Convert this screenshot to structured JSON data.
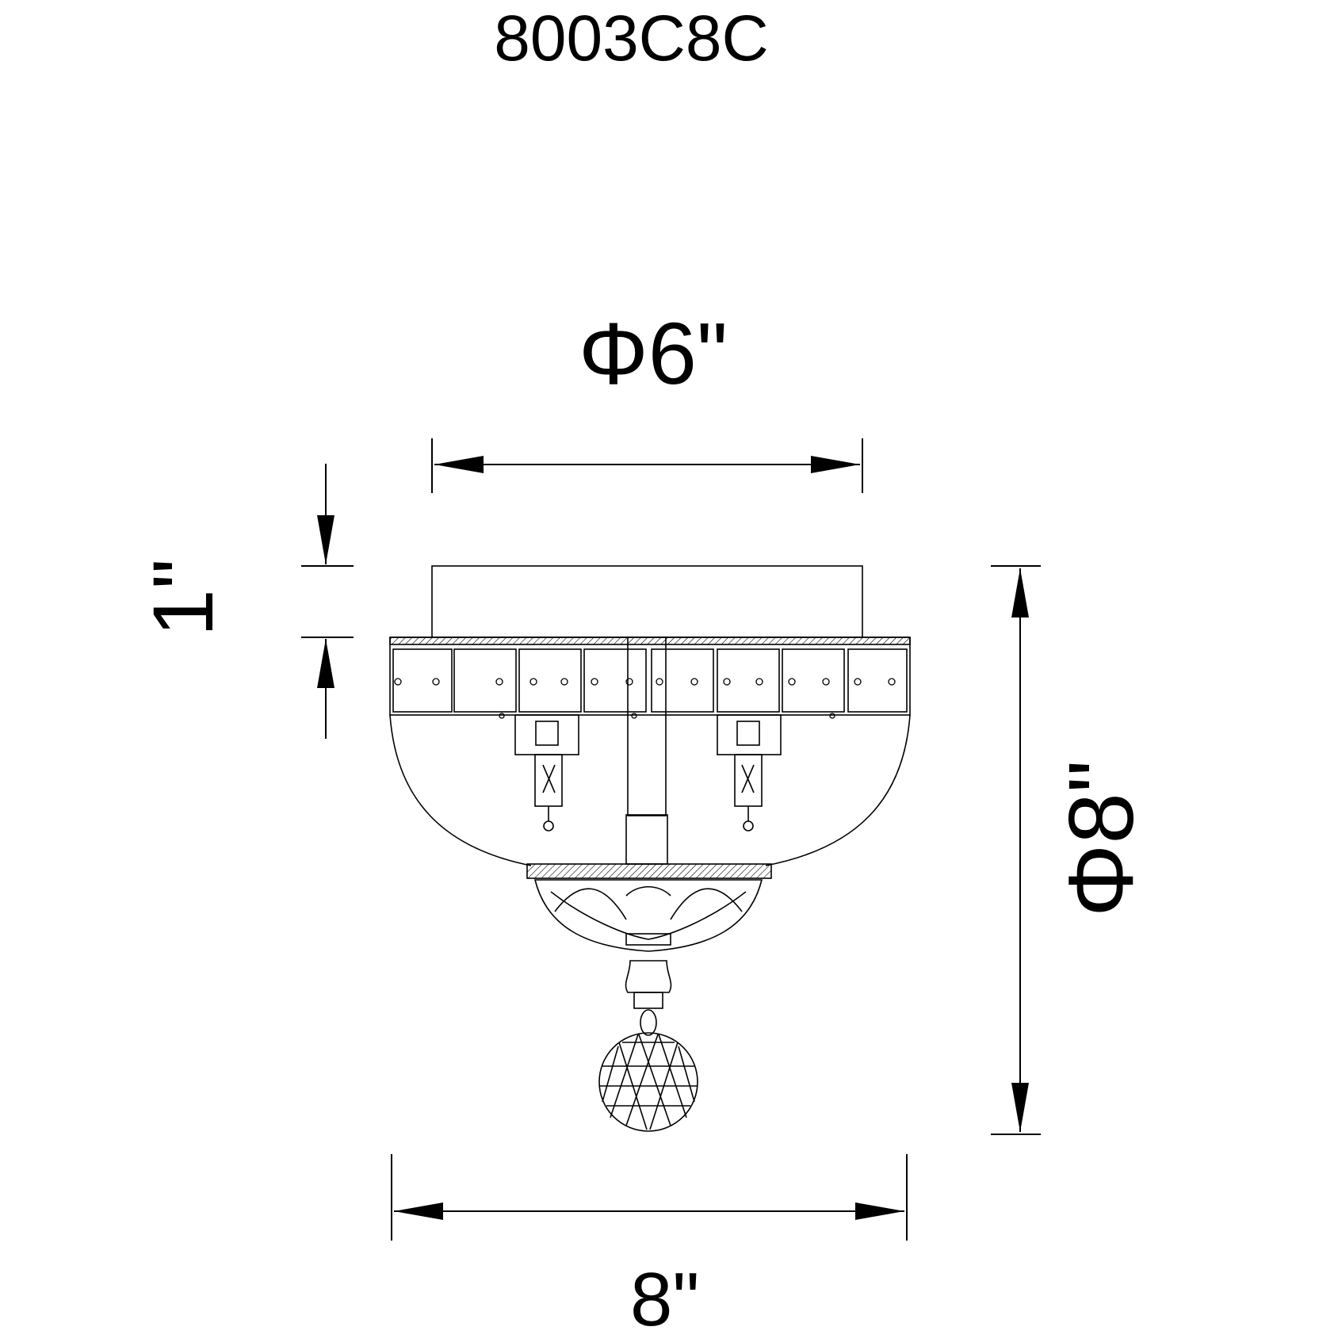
{
  "drawing": {
    "model": "8003C8C",
    "dimensions": {
      "canopy_diameter": "Φ6\"",
      "canopy_height": "1\"",
      "overall_diameter": "8\"",
      "overall_height": "Φ8\""
    }
  },
  "colors": {
    "line": "#000000",
    "background": "#ffffff"
  }
}
